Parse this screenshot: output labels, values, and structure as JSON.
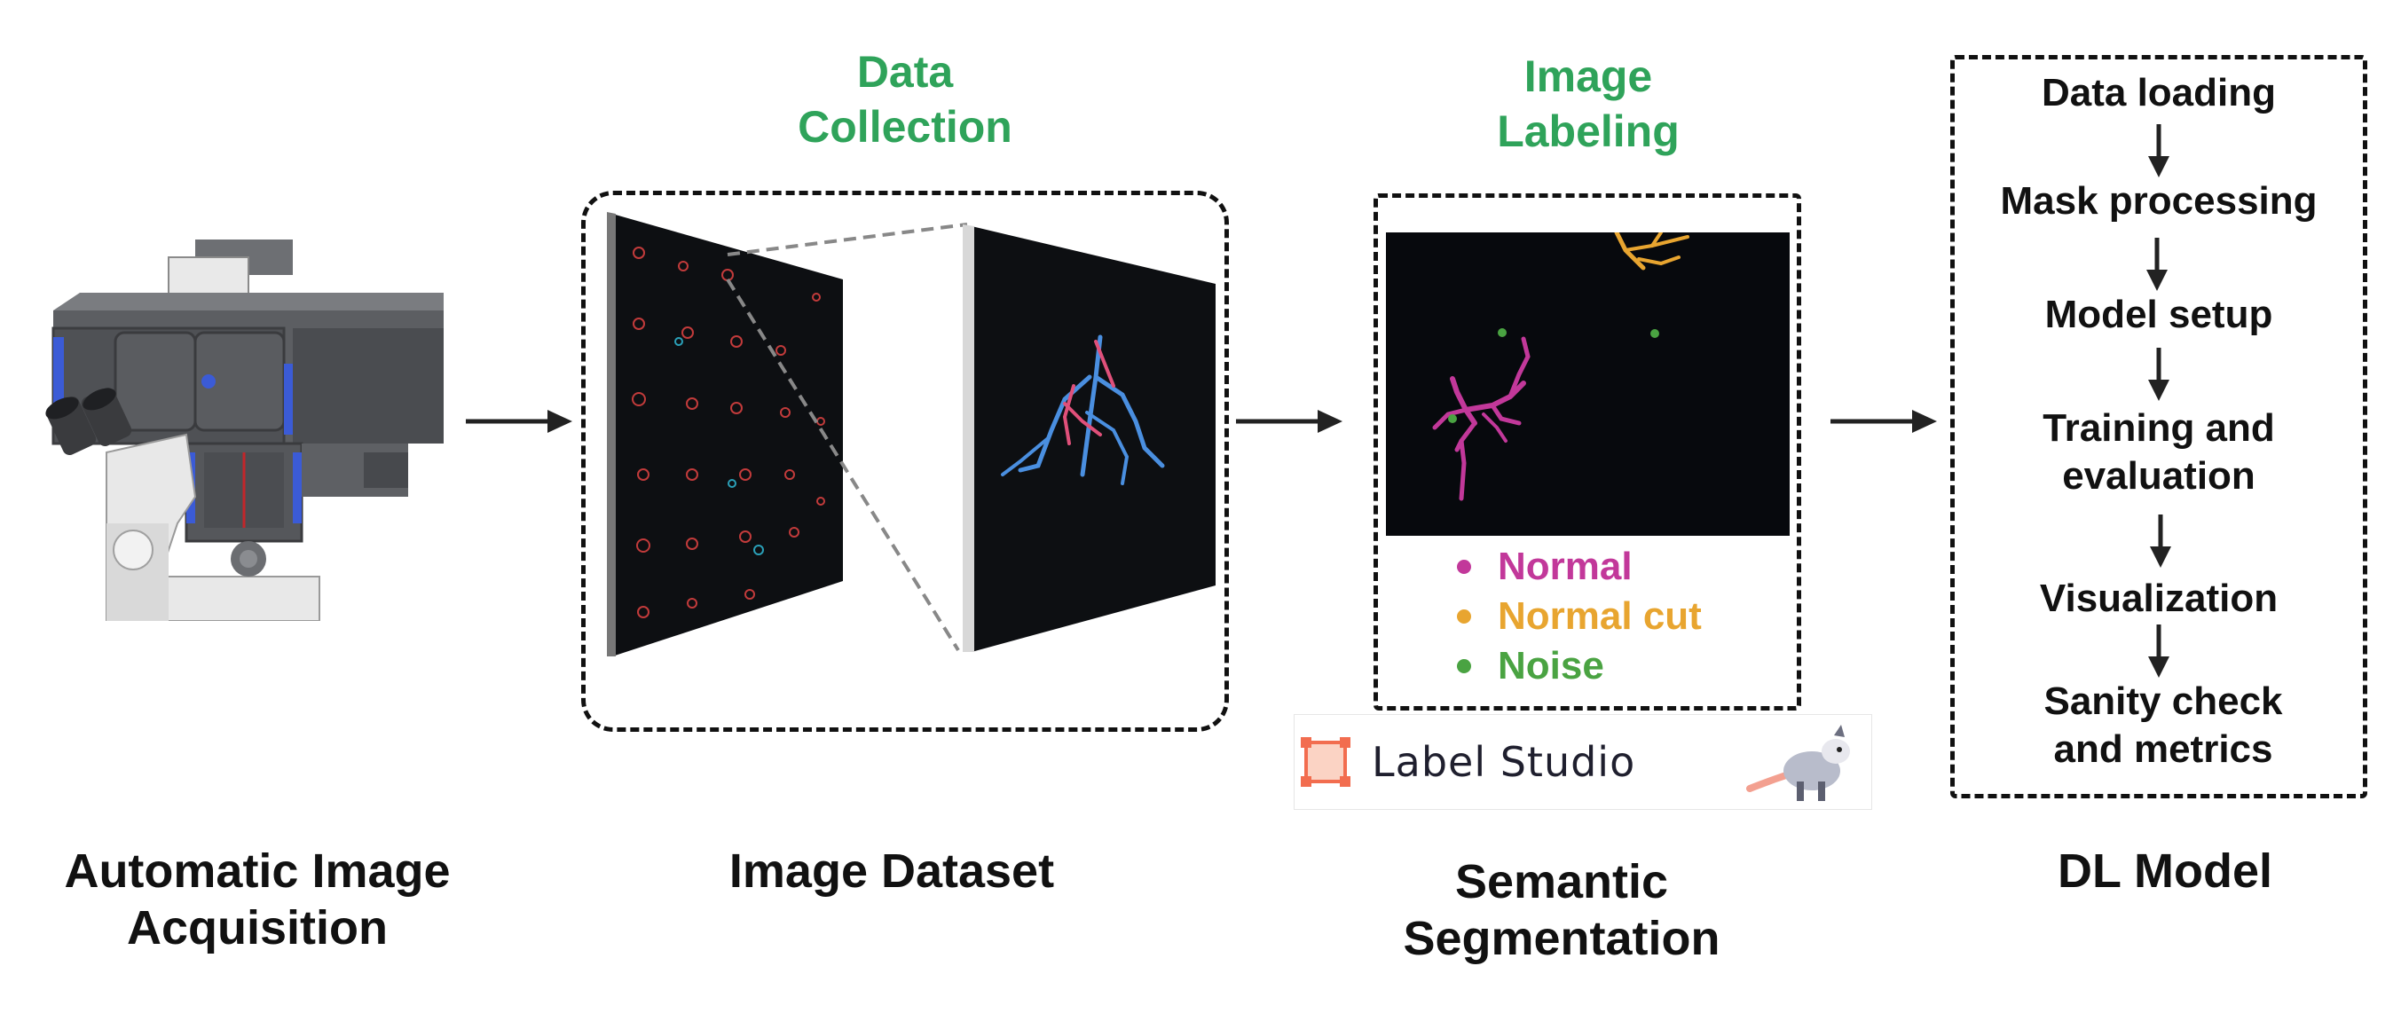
{
  "stages": {
    "acquisition": {
      "caption": "Automatic Image Acquisition"
    },
    "dataset": {
      "heading": "Data Collection",
      "caption": "Image Dataset"
    },
    "labeling": {
      "heading": "Image Labeling",
      "caption": "Semantic Segmentation"
    },
    "model": {
      "caption": "DL Model"
    }
  },
  "legend": [
    {
      "label": "Normal",
      "color": "#c2389a"
    },
    {
      "label": "Normal cut",
      "color": "#e8a530"
    },
    {
      "label": "Noise",
      "color": "#4aa342"
    }
  ],
  "label_studio": {
    "name": "Label Studio"
  },
  "model_steps": [
    "Data loading",
    "Mask processing",
    "Model setup",
    "Training and evaluation",
    "Visualization",
    "Sanity check and metrics"
  ],
  "colors": {
    "heading_green": "#2fa35a",
    "normal": "#c2389a",
    "normal_cut": "#e8a530",
    "noise": "#4aa342"
  }
}
